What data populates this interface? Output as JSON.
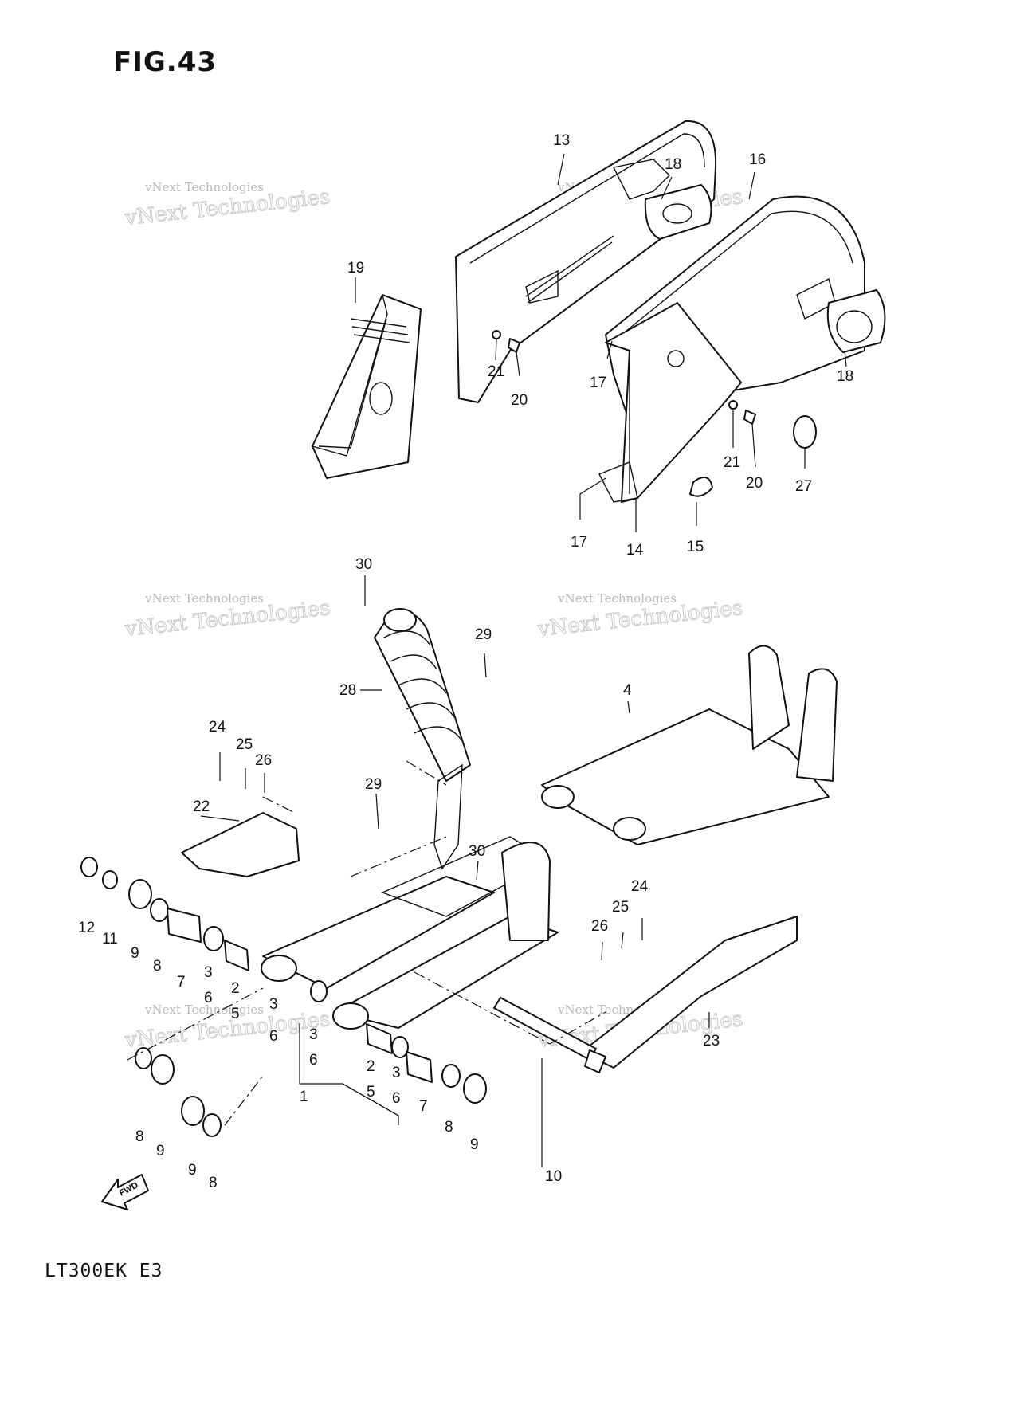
{
  "figure": {
    "title": "FIG.43",
    "model": "LT300EK E3",
    "fwd_label": "FWD"
  },
  "watermark": {
    "line1": "vNext Technologies",
    "line2": "vNext Technologies"
  },
  "callouts": [
    {
      "id": "c-13",
      "text": "13"
    },
    {
      "id": "c-18a",
      "text": "18"
    },
    {
      "id": "c-16",
      "text": "16"
    },
    {
      "id": "c-19",
      "text": "19"
    },
    {
      "id": "c-21a",
      "text": "21"
    },
    {
      "id": "c-20a",
      "text": "20"
    },
    {
      "id": "c-17a",
      "text": "17"
    },
    {
      "id": "c-18b",
      "text": "18"
    },
    {
      "id": "c-21b",
      "text": "21"
    },
    {
      "id": "c-20b",
      "text": "20"
    },
    {
      "id": "c-27",
      "text": "27"
    },
    {
      "id": "c-17b",
      "text": "17"
    },
    {
      "id": "c-14",
      "text": "14"
    },
    {
      "id": "c-15",
      "text": "15"
    },
    {
      "id": "c-30a",
      "text": "30"
    },
    {
      "id": "c-29a",
      "text": "29"
    },
    {
      "id": "c-28",
      "text": "28"
    },
    {
      "id": "c-4",
      "text": "4"
    },
    {
      "id": "c-24a",
      "text": "24"
    },
    {
      "id": "c-25a",
      "text": "25"
    },
    {
      "id": "c-26a",
      "text": "26"
    },
    {
      "id": "c-29b",
      "text": "29"
    },
    {
      "id": "c-22",
      "text": "22"
    },
    {
      "id": "c-30b",
      "text": "30"
    },
    {
      "id": "c-24b",
      "text": "24"
    },
    {
      "id": "c-25b",
      "text": "25"
    },
    {
      "id": "c-26b",
      "text": "26"
    },
    {
      "id": "c-12",
      "text": "12"
    },
    {
      "id": "c-11",
      "text": "11"
    },
    {
      "id": "c-9a",
      "text": "9"
    },
    {
      "id": "c-8a",
      "text": "8"
    },
    {
      "id": "c-7a",
      "text": "7"
    },
    {
      "id": "c-3a",
      "text": "3"
    },
    {
      "id": "c-6a",
      "text": "6"
    },
    {
      "id": "c-2a",
      "text": "2"
    },
    {
      "id": "c-5a",
      "text": "5"
    },
    {
      "id": "c-3b",
      "text": "3"
    },
    {
      "id": "c-6b",
      "text": "6"
    },
    {
      "id": "c-3c",
      "text": "3"
    },
    {
      "id": "c-6c",
      "text": "6"
    },
    {
      "id": "c-2b",
      "text": "2"
    },
    {
      "id": "c-5b",
      "text": "5"
    },
    {
      "id": "c-3d",
      "text": "3"
    },
    {
      "id": "c-6d",
      "text": "6"
    },
    {
      "id": "c-7b",
      "text": "7"
    },
    {
      "id": "c-8b",
      "text": "8"
    },
    {
      "id": "c-9b",
      "text": "9"
    },
    {
      "id": "c-1",
      "text": "1"
    },
    {
      "id": "c-23",
      "text": "23"
    },
    {
      "id": "c-10",
      "text": "10"
    },
    {
      "id": "c-8c",
      "text": "8"
    },
    {
      "id": "c-9c",
      "text": "9"
    },
    {
      "id": "c-9d",
      "text": "9"
    },
    {
      "id": "c-8d",
      "text": "8"
    }
  ]
}
